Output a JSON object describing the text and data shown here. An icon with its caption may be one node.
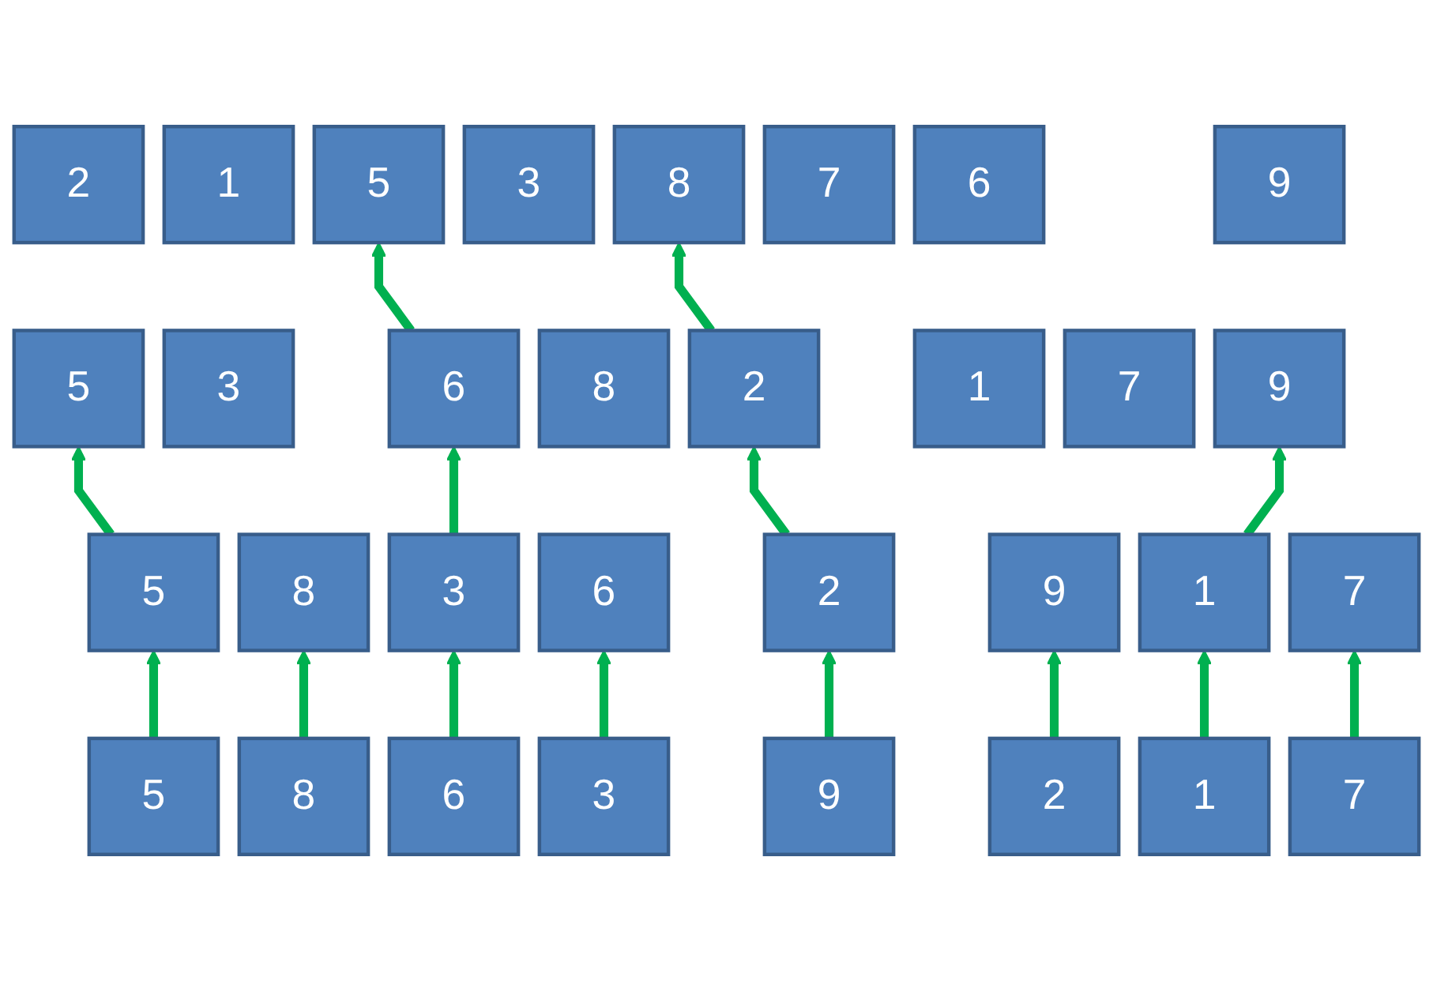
{
  "diagram": {
    "nodes": [
      {
        "text": [
          "1"
        ]
      },
      {
        "text": [
          "2"
        ]
      },
      {
        "text": [
          "3"
        ]
      },
      {
        "text": [
          "5"
        ]
      },
      {
        "text": [
          "6"
        ]
      },
      {
        "text": [
          "7"
        ]
      },
      {
        "text": [
          "8"
        ]
      },
      {
        "text": [
          "9"
        ]
      },
      {
        "text": [
          "3"
        ]
      },
      {
        "text": [
          "5"
        ]
      },
      {
        "text": [
          "6"
        ]
      },
      {
        "text": [
          "8"
        ]
      },
      {
        "text": [
          "1"
        ]
      },
      {
        "text": [
          "2"
        ]
      },
      {
        "text": [
          "7"
        ]
      },
      {
        "text": [
          "9"
        ]
      },
      {
        "text": [
          "5"
        ]
      },
      {
        "text": [
          "8"
        ]
      },
      {
        "text": [
          "3"
        ]
      },
      {
        "text": [
          "6"
        ]
      },
      {
        "text": [
          "2"
        ]
      },
      {
        "text": [
          "9"
        ]
      },
      {
        "text": [
          "1"
        ]
      },
      {
        "text": [
          "7"
        ]
      },
      {
        "text": [
          "5"
        ]
      },
      {
        "text": [
          "8"
        ]
      },
      {
        "text": [
          "6"
        ]
      },
      {
        "text": [
          "3"
        ]
      },
      {
        "text": [
          "9"
        ]
      },
      {
        "text": [
          "2"
        ]
      },
      {
        "text": [
          "1"
        ]
      },
      {
        "text": [
          "7"
        ]
      }
    ],
    "edges": [
      {
        "from": 24,
        "to": 16,
        "arrow": "to"
      },
      {
        "from": 25,
        "to": 17,
        "arrow": "to"
      },
      {
        "from": 26,
        "to": 18,
        "arrow": "to"
      },
      {
        "from": 27,
        "to": 19,
        "arrow": "to"
      },
      {
        "from": 28,
        "to": 20,
        "arrow": "to"
      },
      {
        "from": 29,
        "to": 21,
        "arrow": "to"
      },
      {
        "from": 30,
        "to": 22,
        "arrow": "to"
      },
      {
        "from": 31,
        "to": 23,
        "arrow": "to"
      },
      {
        "from": 16,
        "to": 9,
        "arrow": "to"
      },
      {
        "from": 18,
        "to": 10,
        "arrow": "to"
      },
      {
        "from": 20,
        "to": 13,
        "arrow": "to"
      },
      {
        "from": 22,
        "to": 15,
        "arrow": "to"
      },
      {
        "from": 10,
        "to": 3,
        "arrow": "to"
      },
      {
        "from": 13,
        "to": 6,
        "arrow": "to"
      }
    ]
  }
}
